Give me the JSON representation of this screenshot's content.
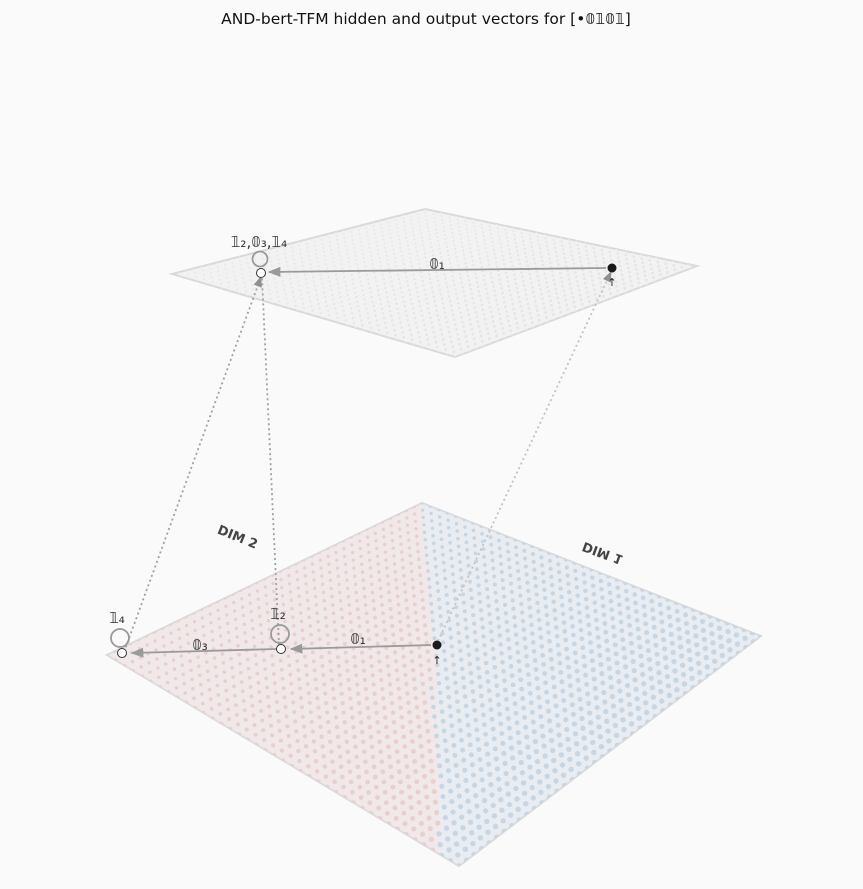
{
  "title": "AND-bert-TFM hidden and output vectors for [•𝟘𝟙𝟘𝟙]",
  "axes": {
    "dim1": "DIM 1",
    "dim2": "DIM 2"
  },
  "colors": {
    "background": "#fafafa",
    "plane_fill": "#f2f2f2",
    "plane_edge": "#d9d9d9",
    "region_red": "#e9cfcf",
    "region_blue": "#c7d6e4",
    "arrow": "#9a9a9a",
    "dotted": "#a6a6a6",
    "start_node": "#1a1a1a"
  },
  "output_plane": {
    "labels": {
      "merged_node": "𝟙₂,𝟘₃,𝟙₄",
      "edge": "𝟘₁",
      "start_marker": "↑"
    }
  },
  "hidden_plane": {
    "labels": {
      "node_1_4": "𝟙₄",
      "node_1_2": "𝟙₂",
      "edge_0_3": "𝟘₃",
      "edge_0_1": "𝟘₁",
      "start_marker": "↑"
    }
  }
}
